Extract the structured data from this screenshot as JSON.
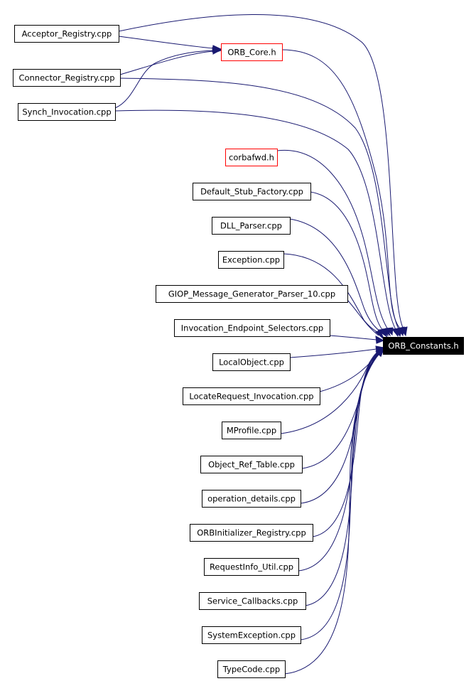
{
  "diagram": {
    "edge_color": "#191970",
    "header_border_color": "#ff0000",
    "target_fill_color": "#000000",
    "nodes": [
      {
        "id": "acceptor_registry",
        "label": "Acceptor_Registry.cpp",
        "kind": "source"
      },
      {
        "id": "orb_core_h",
        "label": "ORB_Core.h",
        "kind": "header"
      },
      {
        "id": "connector_registry",
        "label": "Connector_Registry.cpp",
        "kind": "source"
      },
      {
        "id": "synch_invocation",
        "label": "Synch_Invocation.cpp",
        "kind": "source"
      },
      {
        "id": "corbafwd_h",
        "label": "corbafwd.h",
        "kind": "header"
      },
      {
        "id": "default_stub_factory",
        "label": "Default_Stub_Factory.cpp",
        "kind": "source"
      },
      {
        "id": "dll_parser",
        "label": "DLL_Parser.cpp",
        "kind": "source"
      },
      {
        "id": "exception",
        "label": "Exception.cpp",
        "kind": "source"
      },
      {
        "id": "giop_message_generator_parser_10",
        "label": "GIOP_Message_Generator_Parser_10.cpp",
        "kind": "source"
      },
      {
        "id": "invocation_endpoint_selectors",
        "label": "Invocation_Endpoint_Selectors.cpp",
        "kind": "source"
      },
      {
        "id": "orb_constants_h",
        "label": "ORB_Constants.h",
        "kind": "target"
      },
      {
        "id": "localobject",
        "label": "LocalObject.cpp",
        "kind": "source"
      },
      {
        "id": "locaterequest_invocation",
        "label": "LocateRequest_Invocation.cpp",
        "kind": "source"
      },
      {
        "id": "mprofile",
        "label": "MProfile.cpp",
        "kind": "source"
      },
      {
        "id": "object_ref_table",
        "label": "Object_Ref_Table.cpp",
        "kind": "source"
      },
      {
        "id": "operation_details",
        "label": "operation_details.cpp",
        "kind": "source"
      },
      {
        "id": "orbinitializer_registry",
        "label": "ORBInitializer_Registry.cpp",
        "kind": "source"
      },
      {
        "id": "requestinfo_util",
        "label": "RequestInfo_Util.cpp",
        "kind": "source"
      },
      {
        "id": "service_callbacks",
        "label": "Service_Callbacks.cpp",
        "kind": "source"
      },
      {
        "id": "systemexception",
        "label": "SystemException.cpp",
        "kind": "source"
      },
      {
        "id": "typecode",
        "label": "TypeCode.cpp",
        "kind": "source"
      }
    ],
    "edges": [
      {
        "from": "acceptor_registry",
        "to": "orb_constants_h"
      },
      {
        "from": "acceptor_registry",
        "to": "orb_core_h"
      },
      {
        "from": "connector_registry",
        "to": "orb_core_h"
      },
      {
        "from": "synch_invocation",
        "to": "orb_core_h"
      },
      {
        "from": "orb_core_h",
        "to": "orb_constants_h"
      },
      {
        "from": "connector_registry",
        "to": "orb_constants_h"
      },
      {
        "from": "synch_invocation",
        "to": "orb_constants_h"
      },
      {
        "from": "corbafwd_h",
        "to": "orb_constants_h"
      },
      {
        "from": "default_stub_factory",
        "to": "orb_constants_h"
      },
      {
        "from": "dll_parser",
        "to": "orb_constants_h"
      },
      {
        "from": "exception",
        "to": "orb_constants_h"
      },
      {
        "from": "giop_message_generator_parser_10",
        "to": "orb_constants_h"
      },
      {
        "from": "invocation_endpoint_selectors",
        "to": "orb_constants_h"
      },
      {
        "from": "localobject",
        "to": "orb_constants_h"
      },
      {
        "from": "locaterequest_invocation",
        "to": "orb_constants_h"
      },
      {
        "from": "mprofile",
        "to": "orb_constants_h"
      },
      {
        "from": "object_ref_table",
        "to": "orb_constants_h"
      },
      {
        "from": "operation_details",
        "to": "orb_constants_h"
      },
      {
        "from": "orbinitializer_registry",
        "to": "orb_constants_h"
      },
      {
        "from": "requestinfo_util",
        "to": "orb_constants_h"
      },
      {
        "from": "service_callbacks",
        "to": "orb_constants_h"
      },
      {
        "from": "systemexception",
        "to": "orb_constants_h"
      },
      {
        "from": "typecode",
        "to": "orb_constants_h"
      }
    ]
  }
}
